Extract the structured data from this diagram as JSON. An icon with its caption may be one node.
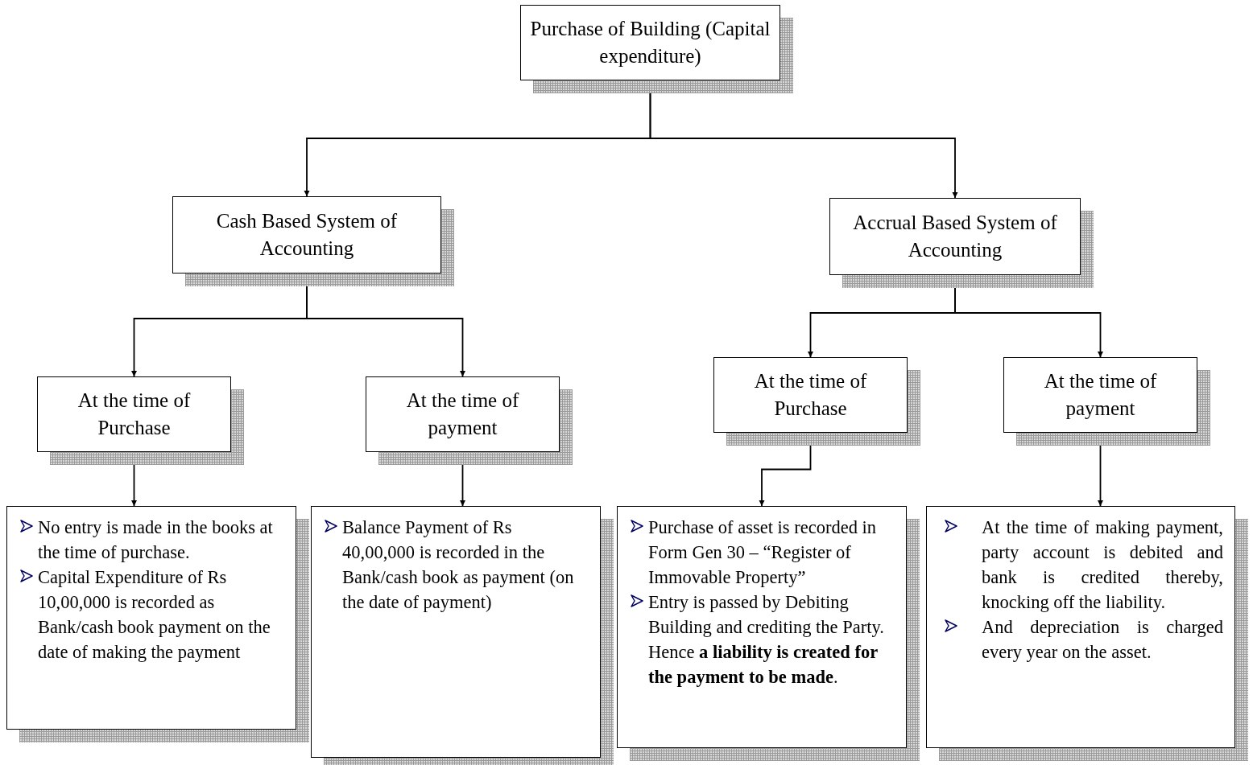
{
  "diagram": {
    "nodes": [
      {
        "text": [
          "Purchase of Building (Capital expenditure)"
        ]
      },
      {
        "text": [
          "Cash Based System of Accounting"
        ]
      },
      {
        "text": [
          "Accrual Based System of Accounting"
        ]
      },
      {
        "text": [
          "At the time of Purchase"
        ]
      },
      {
        "text": [
          "At the time of payment"
        ]
      },
      {
        "text": [
          "At the time of Purchase"
        ]
      },
      {
        "text": [
          "At the time of payment"
        ]
      },
      {
        "text": [
          "No entry is made in the books at the time of purchase.",
          "Capital Expenditure of  Rs 10,00,000 is recorded as Bank/cash book payment on the date of making the payment"
        ]
      },
      {
        "text": [
          "Balance Payment of  Rs 40,00,000 is recorded in the Bank/cash book as payment (on the date of payment)"
        ]
      },
      {
        "text": [
          "Purchase of asset is recorded in Form Gen 30 – “Register of Immovable Property”",
          "Entry is passed by Debiting Building and crediting the Party. Hence **a liability is created for the payment to be made**."
        ]
      },
      {
        "text": [
          "At the time of making payment, party account is debited and bank is credited thereby, knocking off the liability.",
          "And depreciation is charged every year on the asset."
        ]
      }
    ],
    "edges": [
      {
        "from": 0,
        "to": 1,
        "arrow": "to"
      },
      {
        "from": 0,
        "to": 2,
        "arrow": "to"
      },
      {
        "from": 1,
        "to": 3,
        "arrow": "to"
      },
      {
        "from": 1,
        "to": 4,
        "arrow": "to"
      },
      {
        "from": 2,
        "to": 5,
        "arrow": "to"
      },
      {
        "from": 2,
        "to": 6,
        "arrow": "to"
      },
      {
        "from": 3,
        "to": 7,
        "arrow": "to"
      },
      {
        "from": 4,
        "to": 8,
        "arrow": "to"
      },
      {
        "from": 5,
        "to": 9,
        "arrow": "to"
      },
      {
        "from": 6,
        "to": 10,
        "arrow": "to"
      }
    ]
  }
}
